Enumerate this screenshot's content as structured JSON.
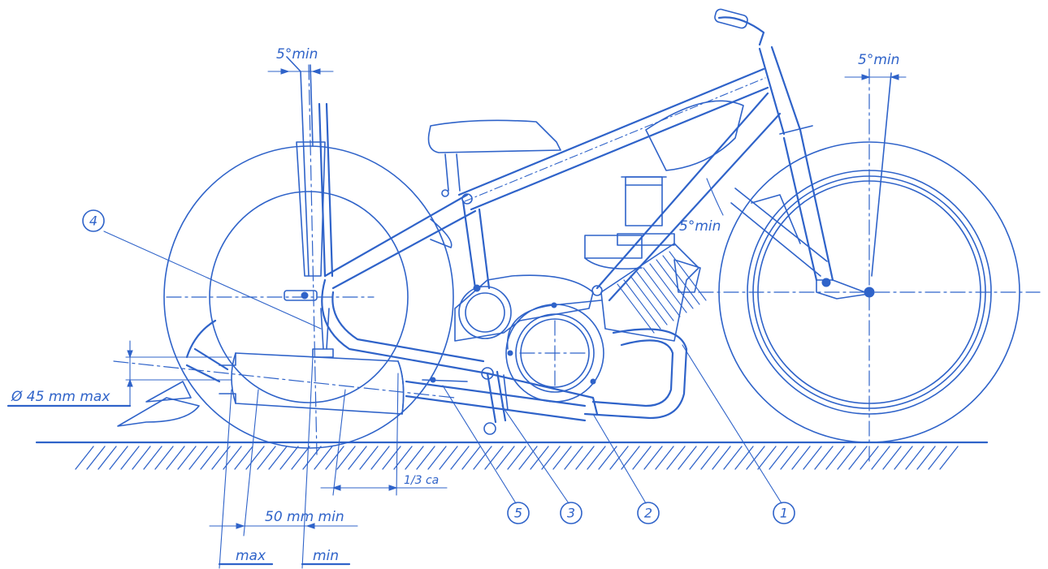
{
  "colors": {
    "line": "#2f63c9",
    "background": "#ffffff"
  },
  "dimensions": {
    "angle_rear": "5°min",
    "angle_front": "5°min",
    "angle_frame": "5°min",
    "silencer_diameter": "Ø 45 mm max",
    "one_third": "1/3 ca",
    "fifty_min": "50 mm min",
    "max": "max",
    "min": "min"
  },
  "callouts": [
    "1",
    "2",
    "3",
    "4",
    "5"
  ]
}
